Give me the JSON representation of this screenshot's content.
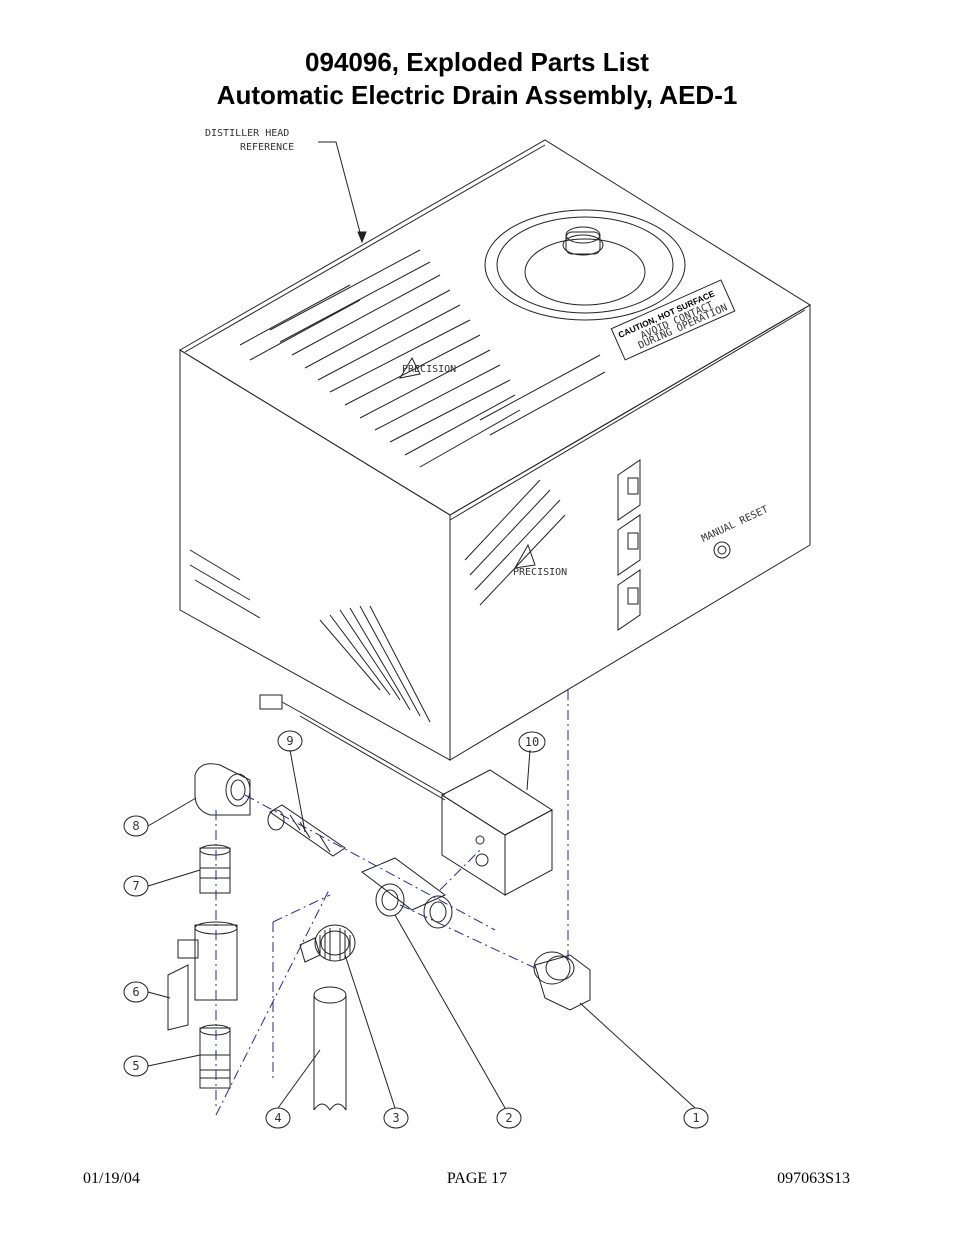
{
  "header": {
    "title_line1": "094096, Exploded Parts List",
    "title_line2": "Automatic Electric Drain Assembly, AED-1"
  },
  "drawing": {
    "ref_label_line1": "DISTILLER HEAD",
    "ref_label_line2": "REFERENCE",
    "caution_label": "CAUTION, HOT SURFACE",
    "caution_sub1": "AVOID CONTACT",
    "caution_sub2": "DURING OPERATION",
    "reset_label": "MANUAL RESET",
    "brand_label": "PRECISION",
    "callouts": [
      "1",
      "2",
      "3",
      "4",
      "5",
      "6",
      "7",
      "8",
      "9",
      "10"
    ]
  },
  "footer": {
    "date": "01/19/04",
    "page": "PAGE 17",
    "doc_number": "097063S13"
  }
}
